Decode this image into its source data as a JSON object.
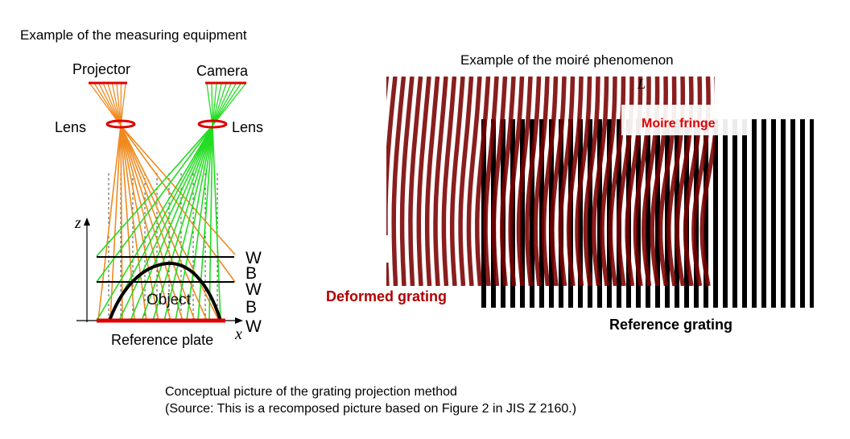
{
  "left_panel": {
    "title": "Example of the measuring equipment",
    "projector_label": "Projector",
    "camera_label": "Camera",
    "lens_left_label": "Lens",
    "lens_right_label": "Lens",
    "axis_z": "z",
    "axis_x": "x",
    "object_label": "Object",
    "reference_plate_label": "Reference plate",
    "band_labels": [
      "W",
      "B",
      "W",
      "B",
      "W"
    ]
  },
  "right_panel": {
    "title": "Example of the moiré phenomenon",
    "top_marker": "L",
    "moire_fringe_label": "Moire fringe",
    "deformed_grating_label": "Deformed grating",
    "reference_grating_label": "Reference grating"
  },
  "caption": {
    "line1": "Conceptual picture of the grating projection method",
    "line2": "(Source: This is a recomposed picture based on Figure 2 in JIS Z 2160.)"
  },
  "colors": {
    "projector_rays": "#f08a1e",
    "camera_rays": "#22dd22",
    "lens": "#e00000",
    "deformed_grating": "#7a0000",
    "reference_grating": "#000000",
    "label_red": "#b00000"
  }
}
